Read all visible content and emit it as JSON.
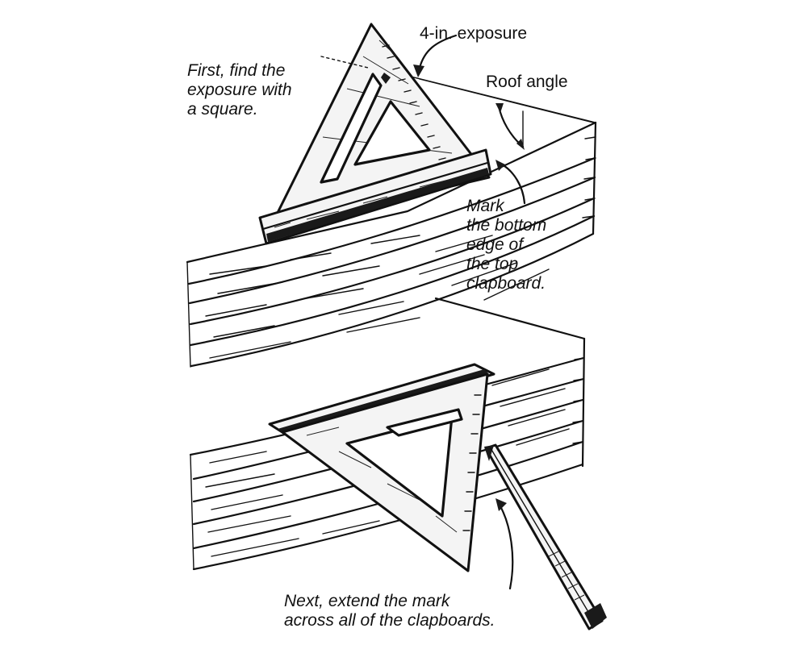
{
  "labels": {
    "exposure": "4-in. exposure",
    "first_step": "First, find the\nexposure with\na square.",
    "roof_angle": "Roof angle",
    "mark_bottom": "Mark\nthe bottom\nedge of\nthe top\nclapboard.",
    "next_step": "Next, extend the mark\nacross all of the clapboards."
  }
}
